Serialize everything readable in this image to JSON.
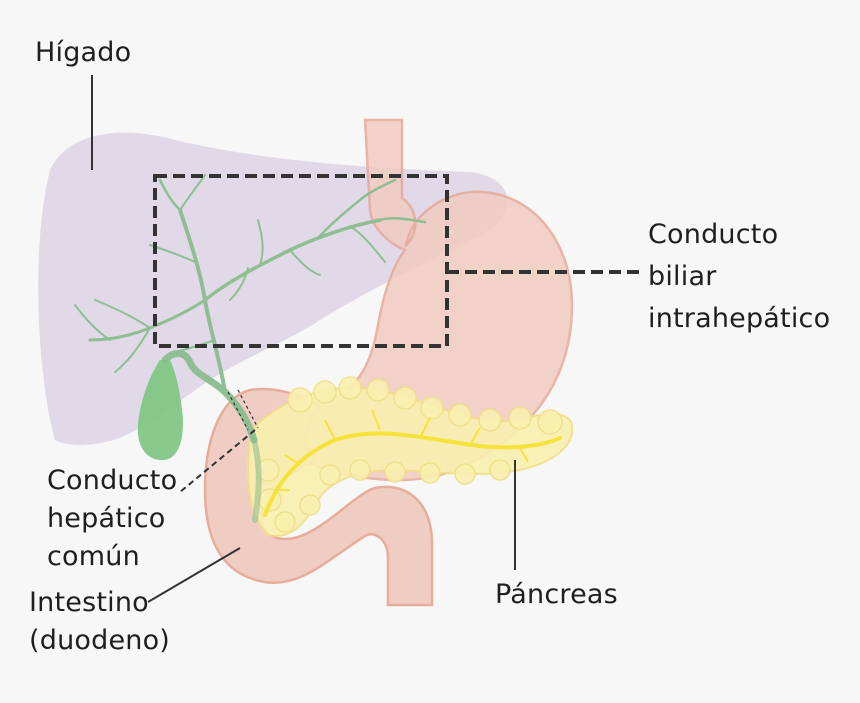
{
  "labels": {
    "liver": "Hígado",
    "intrahepatic_duct": "Conducto\nbiliar\nintrahepático",
    "common_hepatic_duct": "Conducto\nhepático\ncomún",
    "intestine": "Intestino\n(duodeno)",
    "pancreas": "Páncreas"
  },
  "colors": {
    "background": "#f7f7f7",
    "liver": "#ded6e6",
    "stomach": "#f0cbc0",
    "stomach_outline": "#e6aa98",
    "bile_duct": "#8bbd8f",
    "gallbladder": "#7cc47f",
    "pancreas": "#faf0b0",
    "pancreatic_duct": "#f5e33c",
    "leader_line": "#333333"
  }
}
